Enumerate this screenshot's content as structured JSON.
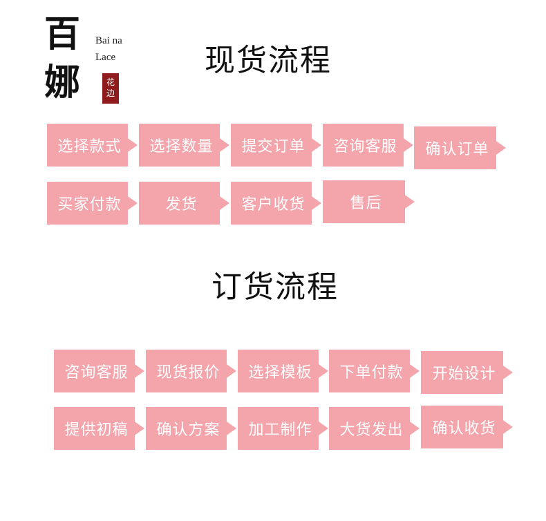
{
  "logo": {
    "char1": "百",
    "char2": "娜",
    "en_line1": "Bai na",
    "en_line2": "Lace",
    "seal_char1": "花",
    "seal_char2": "边"
  },
  "stock_flow": {
    "title": "现货流程",
    "steps": [
      "选择款式",
      "选择数量",
      "提交订单",
      "咨询客服",
      "确认订单",
      "买家付款",
      "发货",
      "客户收货",
      "售后"
    ]
  },
  "order_flow": {
    "title": "订货流程",
    "steps": [
      "咨询客服",
      "现货报价",
      "选择模板",
      "下单付款",
      "开始设计",
      "提供初稿",
      "确认方案",
      "加工制作",
      "大货发出",
      "确认收货"
    ]
  },
  "colors": {
    "step_fill": "#f4a4ab",
    "step_text": "#ffffff",
    "seal": "#8e1c1c"
  }
}
